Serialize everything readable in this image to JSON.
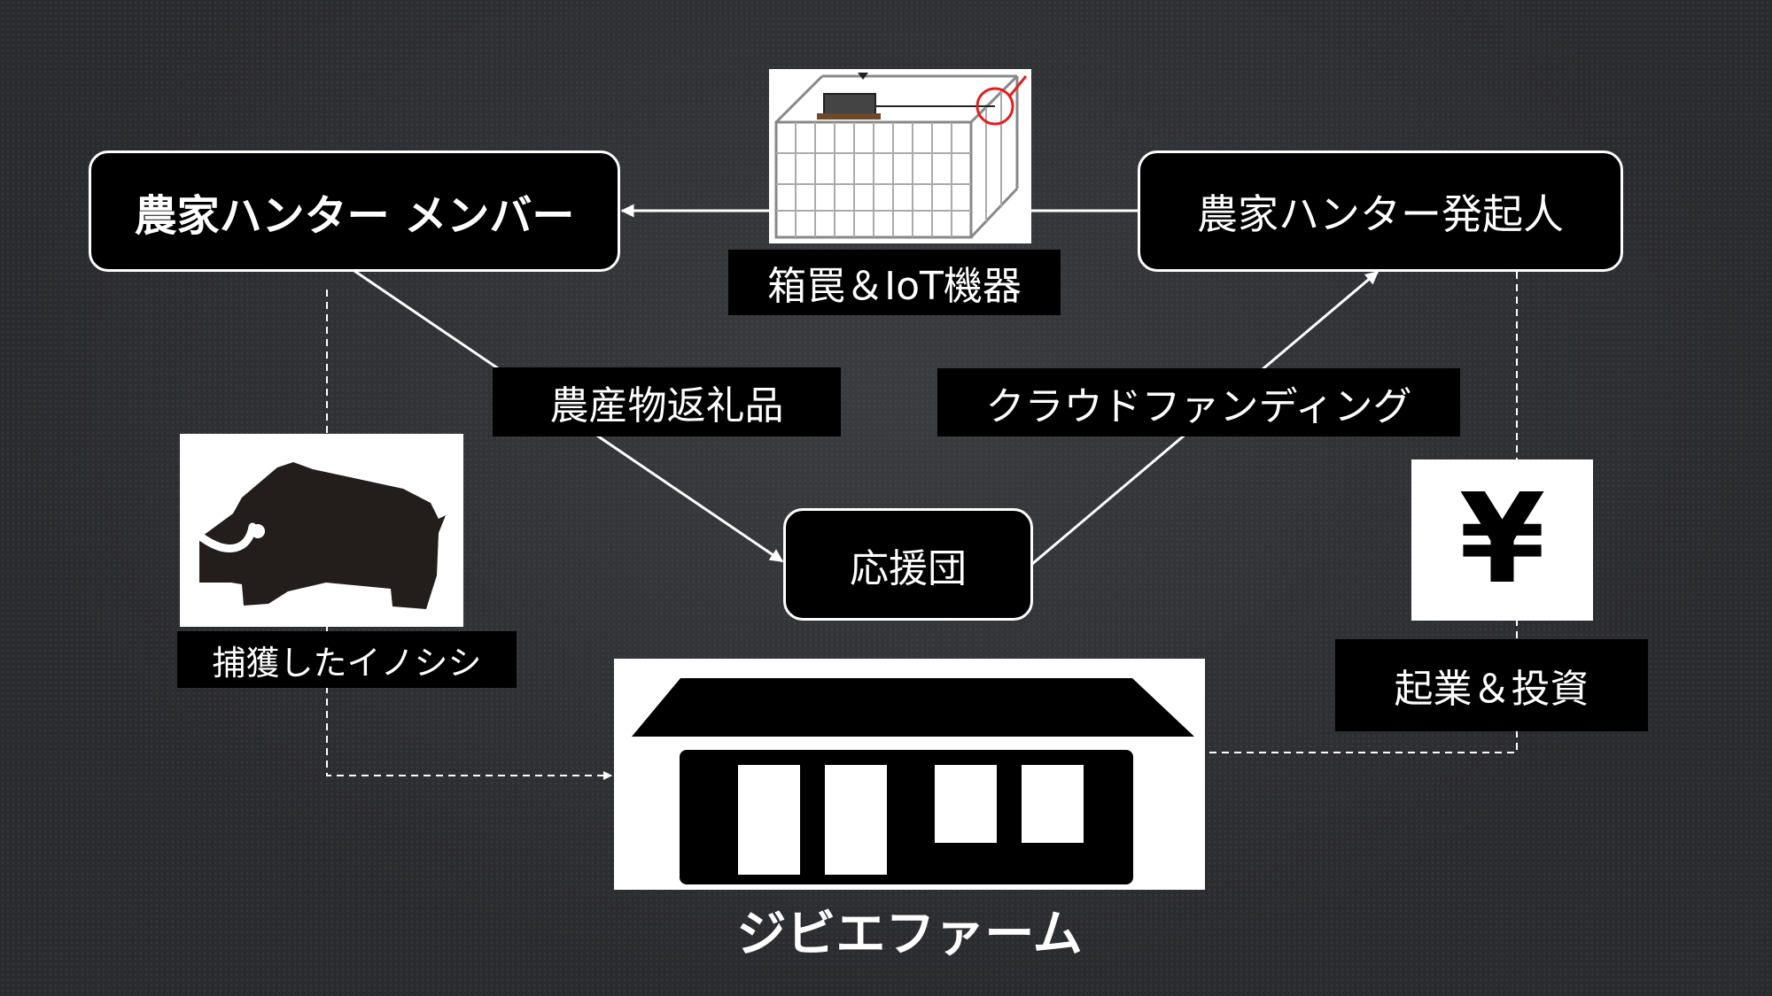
{
  "nodes": {
    "member": "農家ハンター メンバー",
    "founder": "農家ハンター発起人",
    "supporters": "応援団"
  },
  "labels": {
    "trap": "箱罠＆IoT機器",
    "gift": "農産物返礼品",
    "crowdfunding": "クラウドファンディング",
    "boar": "捕獲したイノシシ",
    "investment": "起業＆投資"
  },
  "icons": {
    "yen": "¥"
  },
  "farm": {
    "name": "ジビエファーム"
  },
  "colors": {
    "background": "#2a2b2e",
    "box": "#000000",
    "text": "#ffffff",
    "trap_marker": "#e02020"
  }
}
